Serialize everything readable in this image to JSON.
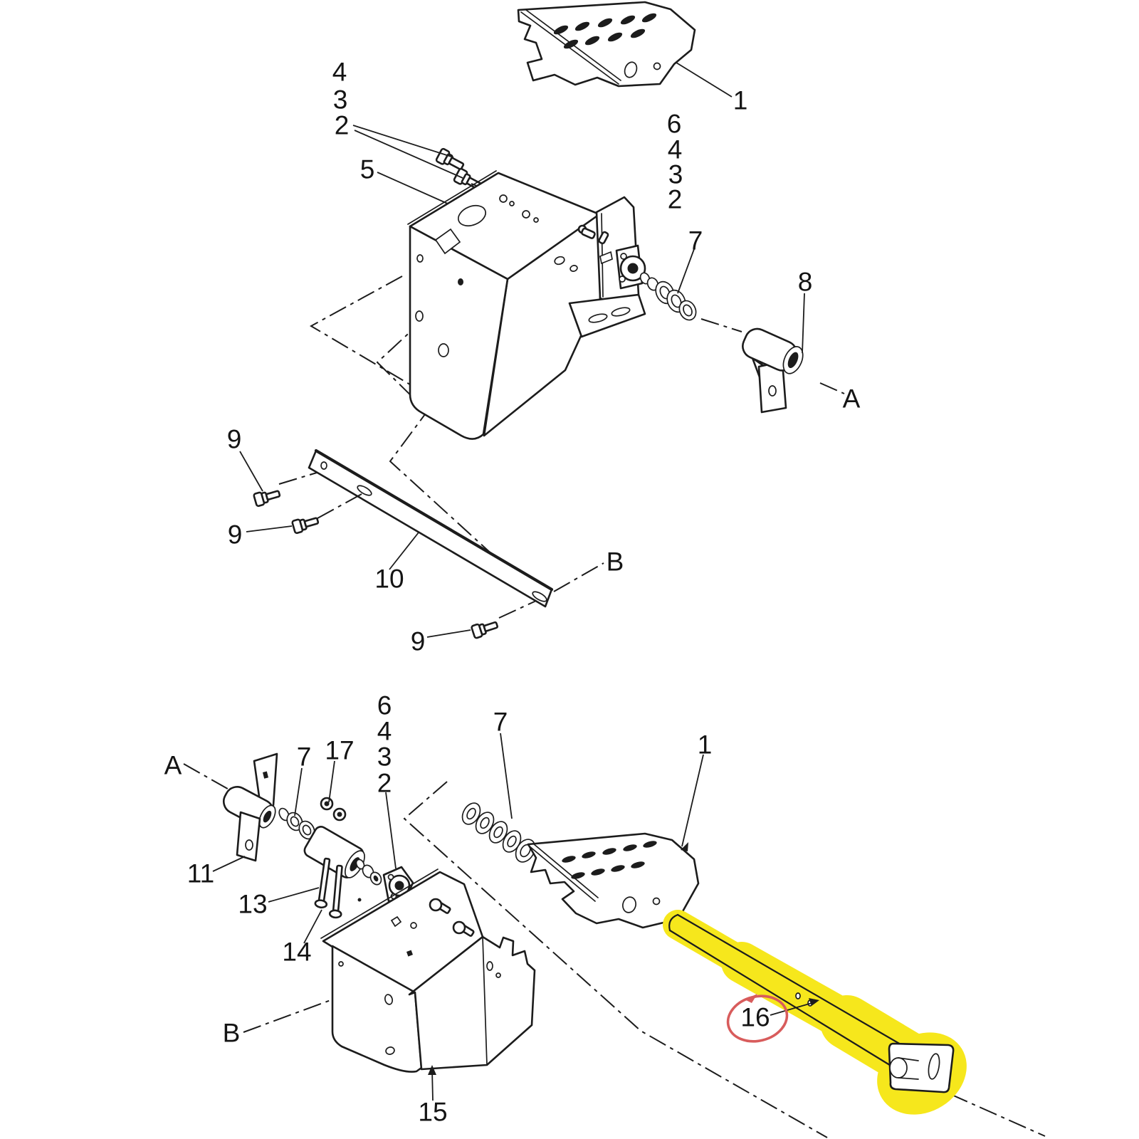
{
  "palette": {
    "background": "#ffffff",
    "line": "#1c1c1c",
    "highlight": "#f6e71c",
    "marker_red": "#d85c5c"
  },
  "labels": {
    "t1": "1",
    "t4": "4",
    "t3": "3",
    "t2": "2",
    "t5": "5",
    "t6": "6",
    "t4b": "4",
    "t3b": "3",
    "t2b": "2",
    "t7": "7",
    "t8": "8",
    "tA": "A",
    "t9a": "9",
    "t9b": "9",
    "t9c": "9",
    "t10": "10",
    "tB": "B",
    "bA": "A",
    "b7a": "7",
    "b17": "17",
    "b6": "6",
    "b4": "4",
    "b3": "3",
    "b2": "2",
    "b11": "11",
    "b13": "13",
    "b14": "14",
    "bB": "B",
    "b15": "15",
    "b7b": "7",
    "b1": "1",
    "b16": "16"
  }
}
